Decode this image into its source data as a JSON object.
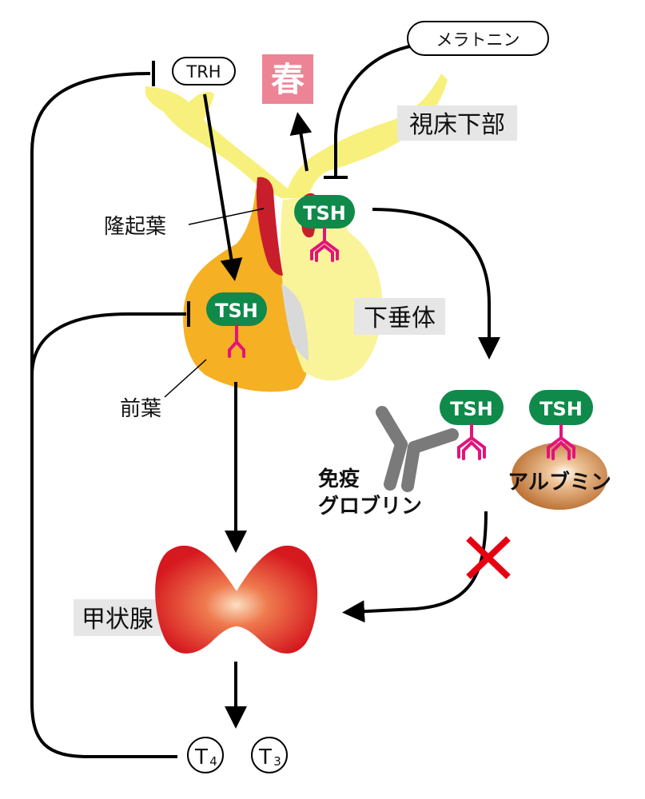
{
  "labels": {
    "trh": "TRH",
    "melatonin": "メラトニン",
    "spring": "春",
    "hypothalamus": "視床下部",
    "pars_tuberalis": "隆起葉",
    "pituitary": "下垂体",
    "anterior_lobe": "前葉",
    "immunoglobulin_line1": "免疫",
    "immunoglobulin_line2": "グロブリン",
    "albumin": "アルブミン",
    "thyroid": "甲状腺",
    "t4": "T",
    "t4_sub": "4",
    "t3": "T",
    "t3_sub": "3",
    "tsh_tuberalis": "TSH",
    "tsh_anterior": "TSH",
    "tsh_immunoglobulin": "TSH",
    "tsh_albumin": "TSH"
  },
  "colors": {
    "hypothalamus_yellow": "#f7f07c",
    "hypothalamus_light": "#f9f49a",
    "anterior_orange": "#f6b024",
    "tuberalis_red": "#c81e2c",
    "posterior_gray": "#d9d9d9",
    "tsh_green": "#0f8a4a",
    "glycan_magenta": "#e3137b",
    "spring_pink": "#ec8495",
    "inhibit_x_red": "#e60012",
    "antibody_gray": "#7a7a7a",
    "albumin_brown": "#b86a2c",
    "thyroid_red": "#d6181f",
    "label_box_gray": "#e6e6e6"
  }
}
